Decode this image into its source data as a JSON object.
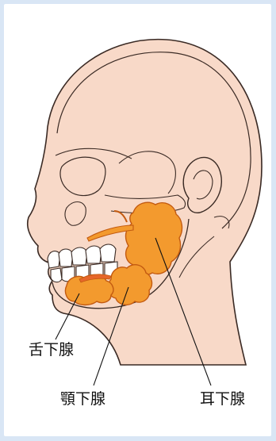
{
  "labels": {
    "sublingual": "舌下腺",
    "submandibular": "顎下腺",
    "parotid": "耳下腺"
  },
  "colors": {
    "frame": "#d9e6f5",
    "skin": "#f8d9c8",
    "outline": "#3a2a24",
    "gland": "#f39a2e",
    "gland_outline": "#c35a10",
    "gland_highlight": "#e6662a"
  }
}
